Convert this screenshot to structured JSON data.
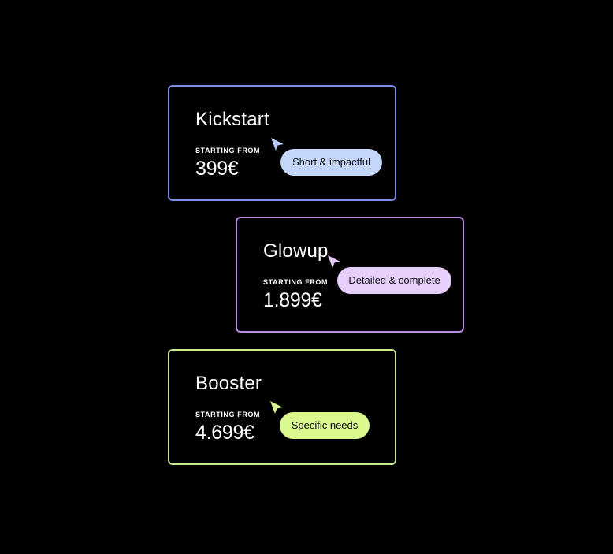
{
  "plans": [
    {
      "name": "Kickstart",
      "label": "STARTING FROM",
      "price": "399€",
      "tag": "Short & impactful",
      "accent": "#7b8ee8",
      "tag_color": "#c5d6fb",
      "cursor_color": "#b7c8f7",
      "cursor_icon": "cursor-arrow-icon"
    },
    {
      "name": "Glowup",
      "label": "STARTING FROM",
      "price": "1.899€",
      "tag": "Detailed & complete",
      "accent": "#b98be6",
      "tag_color": "#e6d0fb",
      "cursor_color": "#e3c8f8",
      "cursor_icon": "cursor-arrow-icon"
    },
    {
      "name": "Booster",
      "label": "STARTING FROM",
      "price": "4.699€",
      "tag": "Specific needs",
      "accent": "#c6ec8c",
      "tag_color": "#d9f98f",
      "cursor_color": "#d6f48d",
      "cursor_icon": "cursor-arrow-icon"
    }
  ]
}
